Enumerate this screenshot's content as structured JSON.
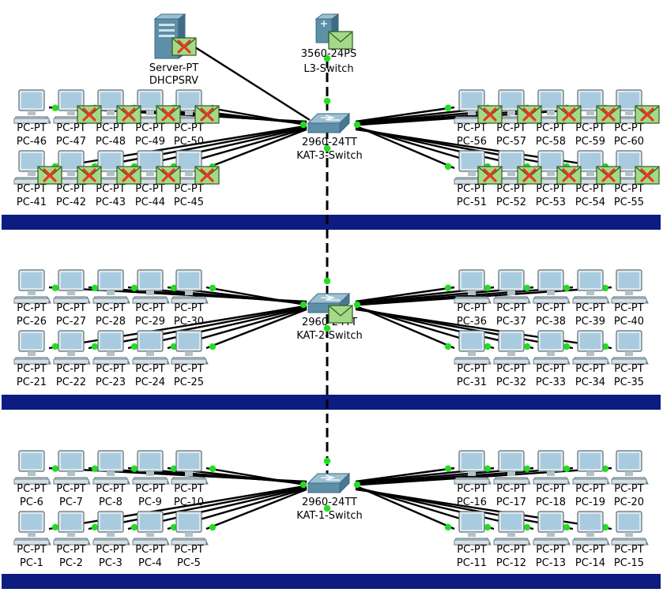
{
  "colors": {
    "floor_bar": "#0d1c80",
    "link": "#000000",
    "link_up": "#22dd22",
    "envelope_bg": "#a5d98a",
    "envelope_fail": "#e23c1e",
    "device_body": "#5d8fa8"
  },
  "server": {
    "type": "Server-PT",
    "name": "DHCPSRV",
    "icon": "server-icon",
    "status": "failed"
  },
  "core": {
    "type": "3560-24PS",
    "name": "L3-Switch",
    "icon": "multilayer-switch-icon",
    "status": "ok"
  },
  "floors": [
    {
      "switch": {
        "type": "2960-24TT",
        "name": "KAT-3-Switch",
        "status": "none"
      },
      "pcs": [
        {
          "type": "PC-PT",
          "name": "PC-46",
          "status": "none"
        },
        {
          "type": "PC-PT",
          "name": "PC-47",
          "status": "failed"
        },
        {
          "type": "PC-PT",
          "name": "PC-48",
          "status": "failed"
        },
        {
          "type": "PC-PT",
          "name": "PC-49",
          "status": "failed"
        },
        {
          "type": "PC-PT",
          "name": "PC-50",
          "status": "failed"
        },
        {
          "type": "PC-PT",
          "name": "PC-41",
          "status": "failed"
        },
        {
          "type": "PC-PT",
          "name": "PC-42",
          "status": "failed"
        },
        {
          "type": "PC-PT",
          "name": "PC-43",
          "status": "failed"
        },
        {
          "type": "PC-PT",
          "name": "PC-44",
          "status": "failed"
        },
        {
          "type": "PC-PT",
          "name": "PC-45",
          "status": "failed"
        },
        {
          "type": "PC-PT",
          "name": "PC-56",
          "status": "failed"
        },
        {
          "type": "PC-PT",
          "name": "PC-57",
          "status": "failed"
        },
        {
          "type": "PC-PT",
          "name": "PC-58",
          "status": "failed"
        },
        {
          "type": "PC-PT",
          "name": "PC-59",
          "status": "failed"
        },
        {
          "type": "PC-PT",
          "name": "PC-60",
          "status": "failed"
        },
        {
          "type": "PC-PT",
          "name": "PC-51",
          "status": "failed"
        },
        {
          "type": "PC-PT",
          "name": "PC-52",
          "status": "failed"
        },
        {
          "type": "PC-PT",
          "name": "PC-53",
          "status": "failed"
        },
        {
          "type": "PC-PT",
          "name": "PC-54",
          "status": "failed"
        },
        {
          "type": "PC-PT",
          "name": "PC-55",
          "status": "failed"
        }
      ]
    },
    {
      "switch": {
        "type": "2960-24TT",
        "name": "KAT-2-Switch",
        "status": "ok"
      },
      "pcs": [
        {
          "type": "PC-PT",
          "name": "PC-26",
          "status": "none"
        },
        {
          "type": "PC-PT",
          "name": "PC-27",
          "status": "none"
        },
        {
          "type": "PC-PT",
          "name": "PC-28",
          "status": "none"
        },
        {
          "type": "PC-PT",
          "name": "PC-29",
          "status": "none"
        },
        {
          "type": "PC-PT",
          "name": "PC-30",
          "status": "none"
        },
        {
          "type": "PC-PT",
          "name": "PC-21",
          "status": "none"
        },
        {
          "type": "PC-PT",
          "name": "PC-22",
          "status": "none"
        },
        {
          "type": "PC-PT",
          "name": "PC-23",
          "status": "none"
        },
        {
          "type": "PC-PT",
          "name": "PC-24",
          "status": "none"
        },
        {
          "type": "PC-PT",
          "name": "PC-25",
          "status": "none"
        },
        {
          "type": "PC-PT",
          "name": "PC-36",
          "status": "none"
        },
        {
          "type": "PC-PT",
          "name": "PC-37",
          "status": "none"
        },
        {
          "type": "PC-PT",
          "name": "PC-38",
          "status": "none"
        },
        {
          "type": "PC-PT",
          "name": "PC-39",
          "status": "none"
        },
        {
          "type": "PC-PT",
          "name": "PC-40",
          "status": "none"
        },
        {
          "type": "PC-PT",
          "name": "PC-31",
          "status": "none"
        },
        {
          "type": "PC-PT",
          "name": "PC-32",
          "status": "none"
        },
        {
          "type": "PC-PT",
          "name": "PC-33",
          "status": "none"
        },
        {
          "type": "PC-PT",
          "name": "PC-34",
          "status": "none"
        },
        {
          "type": "PC-PT",
          "name": "PC-35",
          "status": "none"
        }
      ]
    },
    {
      "switch": {
        "type": "2960-24TT",
        "name": "KAT-1-Switch",
        "status": "none"
      },
      "pcs": [
        {
          "type": "PC-PT",
          "name": "PC-6",
          "status": "none"
        },
        {
          "type": "PC-PT",
          "name": "PC-7",
          "status": "none"
        },
        {
          "type": "PC-PT",
          "name": "PC-8",
          "status": "none"
        },
        {
          "type": "PC-PT",
          "name": "PC-9",
          "status": "none"
        },
        {
          "type": "PC-PT",
          "name": "PC-10",
          "status": "none"
        },
        {
          "type": "PC-PT",
          "name": "PC-1",
          "status": "none"
        },
        {
          "type": "PC-PT",
          "name": "PC-2",
          "status": "none"
        },
        {
          "type": "PC-PT",
          "name": "PC-3",
          "status": "none"
        },
        {
          "type": "PC-PT",
          "name": "PC-4",
          "status": "none"
        },
        {
          "type": "PC-PT",
          "name": "PC-5",
          "status": "none"
        },
        {
          "type": "PC-PT",
          "name": "PC-16",
          "status": "none"
        },
        {
          "type": "PC-PT",
          "name": "PC-17",
          "status": "none"
        },
        {
          "type": "PC-PT",
          "name": "PC-18",
          "status": "none"
        },
        {
          "type": "PC-PT",
          "name": "PC-19",
          "status": "none"
        },
        {
          "type": "PC-PT",
          "name": "PC-20",
          "status": "none"
        },
        {
          "type": "PC-PT",
          "name": "PC-11",
          "status": "none"
        },
        {
          "type": "PC-PT",
          "name": "PC-12",
          "status": "none"
        },
        {
          "type": "PC-PT",
          "name": "PC-13",
          "status": "none"
        },
        {
          "type": "PC-PT",
          "name": "PC-14",
          "status": "none"
        },
        {
          "type": "PC-PT",
          "name": "PC-15",
          "status": "none"
        }
      ]
    }
  ]
}
